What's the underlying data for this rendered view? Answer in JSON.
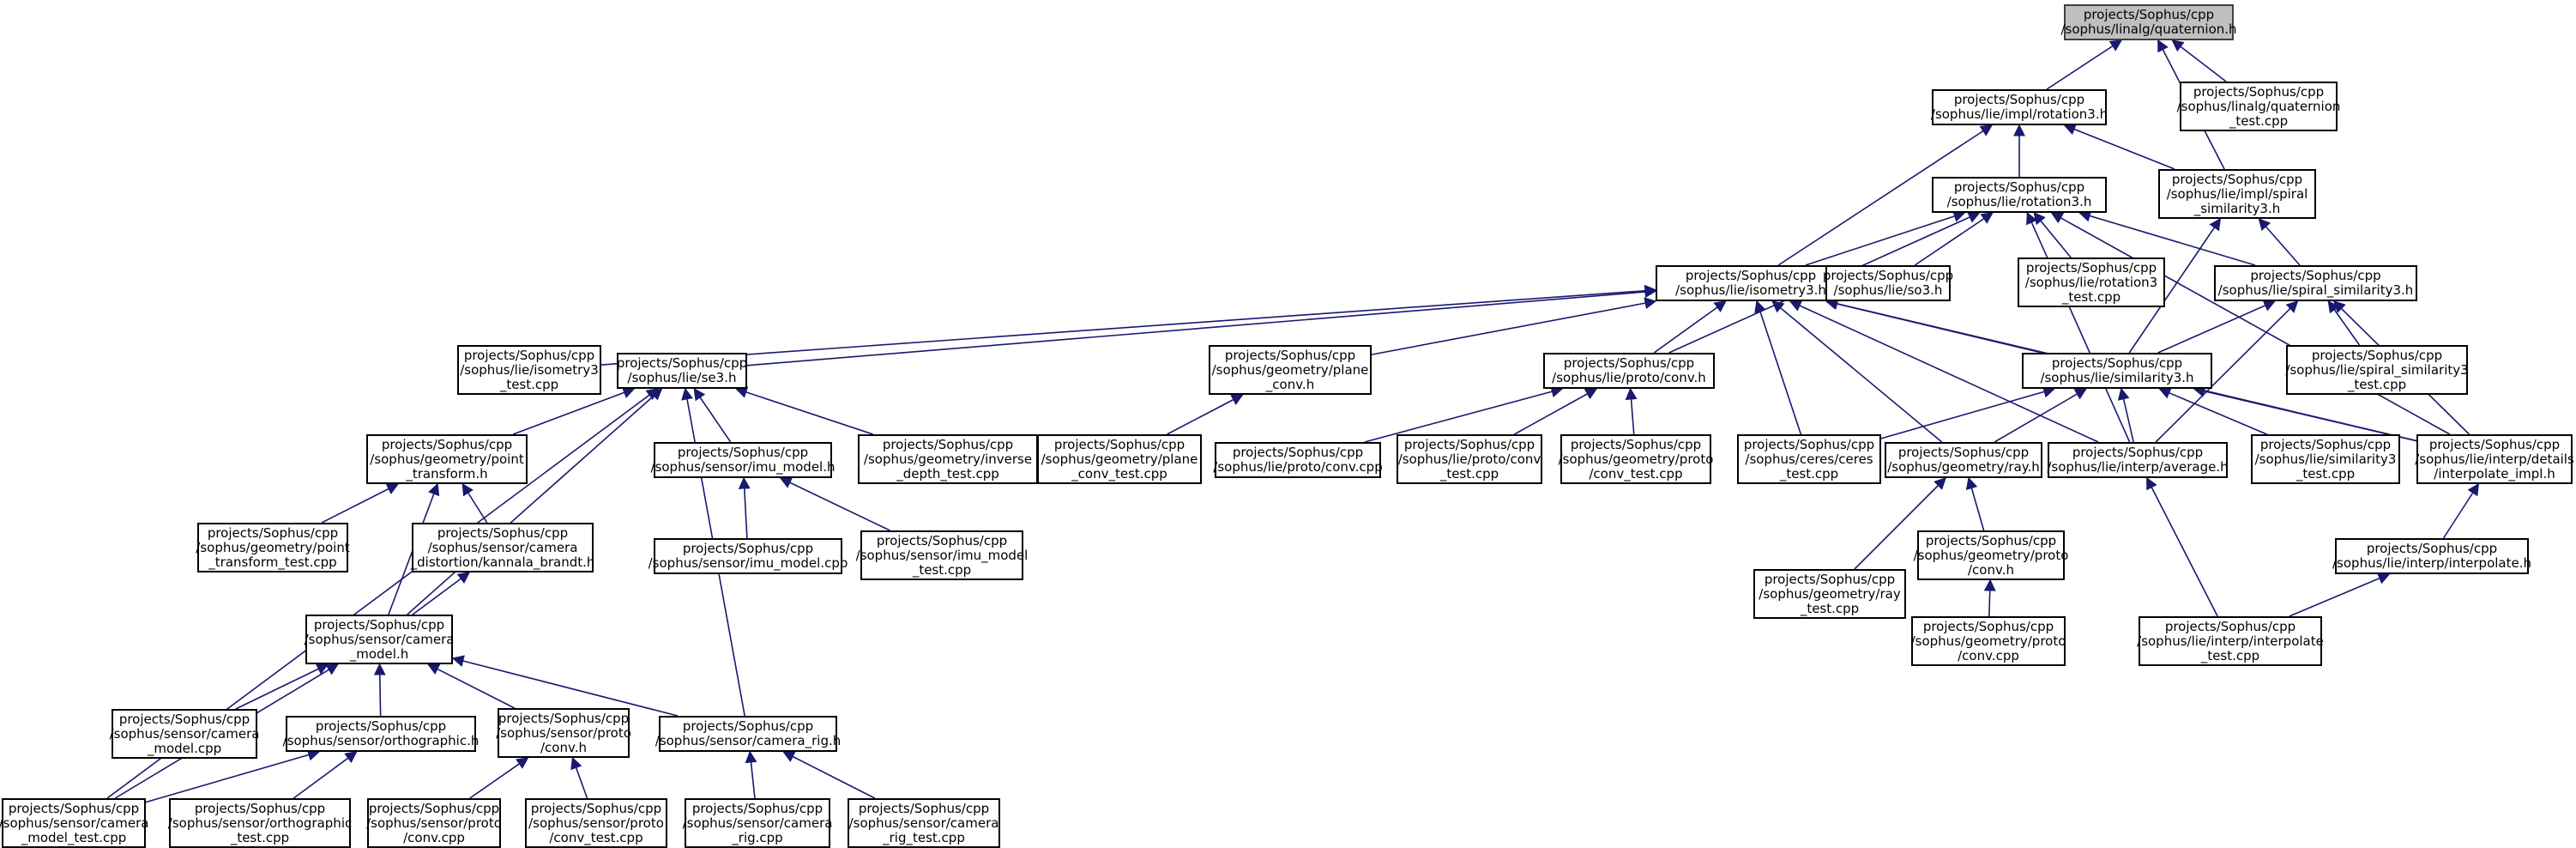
{
  "graph": {
    "edge_color": "#191970",
    "root_fill": "#bfbfbf",
    "nodes": [
      {
        "id": "quaternion_h",
        "lines": [
          "projects/Sophus/cpp",
          "/sophus/linalg/quaternion.h"
        ]
      },
      {
        "id": "impl_rotation3_h",
        "lines": [
          "projects/Sophus/cpp",
          "/sophus/lie/impl/rotation3.h"
        ]
      },
      {
        "id": "quaternion_test",
        "lines": [
          "projects/Sophus/cpp",
          "/sophus/linalg/quaternion",
          "_test.cpp"
        ]
      },
      {
        "id": "rotation3_h",
        "lines": [
          "projects/Sophus/cpp",
          "/sophus/lie/rotation3.h"
        ]
      },
      {
        "id": "impl_spiral_similarity3_h",
        "lines": [
          "projects/Sophus/cpp",
          "/sophus/lie/impl/spiral",
          "_similarity3.h"
        ]
      },
      {
        "id": "isometry3_h",
        "lines": [
          "projects/Sophus/cpp",
          "/sophus/lie/isometry3.h"
        ]
      },
      {
        "id": "so3_h",
        "lines": [
          "projects/Sophus/cpp",
          "/sophus/lie/so3.h"
        ]
      },
      {
        "id": "rotation3_test",
        "lines": [
          "projects/Sophus/cpp",
          "/sophus/lie/rotation3",
          "_test.cpp"
        ]
      },
      {
        "id": "spiral_similarity3_h",
        "lines": [
          "projects/Sophus/cpp",
          "/sophus/lie/spiral_similarity3.h"
        ]
      },
      {
        "id": "isometry3_test",
        "lines": [
          "projects/Sophus/cpp",
          "/sophus/lie/isometry3",
          "_test.cpp"
        ]
      },
      {
        "id": "se3_h",
        "lines": [
          "projects/Sophus/cpp",
          "/sophus/lie/se3.h"
        ]
      },
      {
        "id": "plane_conv_h",
        "lines": [
          "projects/Sophus/cpp",
          "/sophus/geometry/plane",
          "_conv.h"
        ]
      },
      {
        "id": "lie_proto_conv_h",
        "lines": [
          "projects/Sophus/cpp",
          "/sophus/lie/proto/conv.h"
        ]
      },
      {
        "id": "similarity3_h",
        "lines": [
          "projects/Sophus/cpp",
          "/sophus/lie/similarity3.h"
        ]
      },
      {
        "id": "spiral_similarity3_test",
        "lines": [
          "projects/Sophus/cpp",
          "/sophus/lie/spiral_similarity3",
          "_test.cpp"
        ]
      },
      {
        "id": "point_transform_h",
        "lines": [
          "projects/Sophus/cpp",
          "/sophus/geometry/point",
          "_transform.h"
        ]
      },
      {
        "id": "imu_model_h",
        "lines": [
          "projects/Sophus/cpp",
          "/sophus/sensor/imu_model.h"
        ]
      },
      {
        "id": "inverse_depth_test",
        "lines": [
          "projects/Sophus/cpp",
          "/sophus/geometry/inverse",
          "_depth_test.cpp"
        ]
      },
      {
        "id": "plane_conv_test",
        "lines": [
          "projects/Sophus/cpp",
          "/sophus/geometry/plane",
          "_conv_test.cpp"
        ]
      },
      {
        "id": "lie_proto_conv_cpp",
        "lines": [
          "projects/Sophus/cpp",
          "/sophus/lie/proto/conv.cpp"
        ]
      },
      {
        "id": "lie_proto_conv_test",
        "lines": [
          "projects/Sophus/cpp",
          "/sophus/lie/proto/conv",
          "_test.cpp"
        ]
      },
      {
        "id": "geometry_proto_conv_test",
        "lines": [
          "projects/Sophus/cpp",
          "/sophus/geometry/proto",
          "/conv_test.cpp"
        ]
      },
      {
        "id": "ceres_test",
        "lines": [
          "projects/Sophus/cpp",
          "/sophus/ceres/ceres",
          "_test.cpp"
        ]
      },
      {
        "id": "ray_h",
        "lines": [
          "projects/Sophus/cpp",
          "/sophus/geometry/ray.h"
        ]
      },
      {
        "id": "interp_average_h",
        "lines": [
          "projects/Sophus/cpp",
          "/sophus/lie/interp/average.h"
        ]
      },
      {
        "id": "similarity3_test",
        "lines": [
          "projects/Sophus/cpp",
          "/sophus/lie/similarity3",
          "_test.cpp"
        ]
      },
      {
        "id": "interpolate_impl_h",
        "lines": [
          "projects/Sophus/cpp",
          "/sophus/lie/interp/details",
          "/interpolate_impl.h"
        ]
      },
      {
        "id": "point_transform_test",
        "lines": [
          "projects/Sophus/cpp",
          "/sophus/geometry/point",
          "_transform_test.cpp"
        ]
      },
      {
        "id": "kannala_brandt_h",
        "lines": [
          "projects/Sophus/cpp",
          "/sophus/sensor/camera",
          "_distortion/kannala_brandt.h"
        ]
      },
      {
        "id": "imu_model_cpp",
        "lines": [
          "projects/Sophus/cpp",
          "/sophus/sensor/imu_model.cpp"
        ]
      },
      {
        "id": "imu_model_test",
        "lines": [
          "projects/Sophus/cpp",
          "/sophus/sensor/imu_model",
          "_test.cpp"
        ]
      },
      {
        "id": "ray_test",
        "lines": [
          "projects/Sophus/cpp",
          "/sophus/geometry/ray",
          "_test.cpp"
        ]
      },
      {
        "id": "geometry_proto_conv_h",
        "lines": [
          "projects/Sophus/cpp",
          "/sophus/geometry/proto",
          "/conv.h"
        ]
      },
      {
        "id": "interpolate_h",
        "lines": [
          "projects/Sophus/cpp",
          "/sophus/lie/interp/interpolate.h"
        ]
      },
      {
        "id": "camera_model_h",
        "lines": [
          "projects/Sophus/cpp",
          "/sophus/sensor/camera",
          "_model.h"
        ]
      },
      {
        "id": "geometry_proto_conv_cpp",
        "lines": [
          "projects/Sophus/cpp",
          "/sophus/geometry/proto",
          "/conv.cpp"
        ]
      },
      {
        "id": "interpolate_test",
        "lines": [
          "projects/Sophus/cpp",
          "/sophus/lie/interp/interpolate",
          "_test.cpp"
        ]
      },
      {
        "id": "camera_model_cpp",
        "lines": [
          "projects/Sophus/cpp",
          "/sophus/sensor/camera",
          "_model.cpp"
        ]
      },
      {
        "id": "orthographic_h",
        "lines": [
          "projects/Sophus/cpp",
          "/sophus/sensor/orthographic.h"
        ]
      },
      {
        "id": "sensor_proto_conv_h",
        "lines": [
          "projects/Sophus/cpp",
          "/sophus/sensor/proto",
          "/conv.h"
        ]
      },
      {
        "id": "camera_rig_h",
        "lines": [
          "projects/Sophus/cpp",
          "/sophus/sensor/camera_rig.h"
        ]
      },
      {
        "id": "camera_model_test",
        "lines": [
          "projects/Sophus/cpp",
          "/sophus/sensor/camera",
          "_model_test.cpp"
        ]
      },
      {
        "id": "orthographic_test",
        "lines": [
          "projects/Sophus/cpp",
          "/sophus/sensor/orthographic",
          "_test.cpp"
        ]
      },
      {
        "id": "sensor_proto_conv_cpp",
        "lines": [
          "projects/Sophus/cpp",
          "/sophus/sensor/proto",
          "/conv.cpp"
        ]
      },
      {
        "id": "sensor_proto_conv_test",
        "lines": [
          "projects/Sophus/cpp",
          "/sophus/sensor/proto",
          "/conv_test.cpp"
        ]
      },
      {
        "id": "camera_rig_cpp",
        "lines": [
          "projects/Sophus/cpp",
          "/sophus/sensor/camera",
          "_rig.cpp"
        ]
      },
      {
        "id": "camera_rig_test",
        "lines": [
          "projects/Sophus/cpp",
          "/sophus/sensor/camera",
          "_rig_test.cpp"
        ]
      }
    ],
    "edges": [
      [
        "quaternion_h",
        "impl_rotation3_h"
      ],
      [
        "quaternion_h",
        "impl_spiral_similarity3_h"
      ],
      [
        "quaternion_h",
        "quaternion_test"
      ],
      [
        "impl_rotation3_h",
        "rotation3_h"
      ],
      [
        "impl_rotation3_h",
        "impl_spiral_similarity3_h"
      ],
      [
        "impl_rotation3_h",
        "isometry3_h"
      ],
      [
        "rotation3_h",
        "isometry3_h"
      ],
      [
        "rotation3_h",
        "so3_h"
      ],
      [
        "rotation3_h",
        "rotation3_test"
      ],
      [
        "rotation3_h",
        "spiral_similarity3_h"
      ],
      [
        "rotation3_h",
        "lie_proto_conv_h"
      ],
      [
        "rotation3_h",
        "interp_average_h"
      ],
      [
        "rotation3_h",
        "interpolate_impl_h"
      ],
      [
        "impl_spiral_similarity3_h",
        "spiral_similarity3_h"
      ],
      [
        "impl_spiral_similarity3_h",
        "similarity3_h"
      ],
      [
        "isometry3_h",
        "isometry3_test"
      ],
      [
        "isometry3_h",
        "se3_h"
      ],
      [
        "isometry3_h",
        "plane_conv_h"
      ],
      [
        "isometry3_h",
        "lie_proto_conv_h"
      ],
      [
        "isometry3_h",
        "similarity3_h"
      ],
      [
        "isometry3_h",
        "ceres_test"
      ],
      [
        "isometry3_h",
        "ray_h"
      ],
      [
        "isometry3_h",
        "interp_average_h"
      ],
      [
        "isometry3_h",
        "interpolate_impl_h"
      ],
      [
        "spiral_similarity3_h",
        "similarity3_h"
      ],
      [
        "spiral_similarity3_h",
        "spiral_similarity3_test"
      ],
      [
        "spiral_similarity3_h",
        "interp_average_h"
      ],
      [
        "spiral_similarity3_h",
        "interpolate_impl_h"
      ],
      [
        "se3_h",
        "point_transform_h"
      ],
      [
        "se3_h",
        "imu_model_h"
      ],
      [
        "se3_h",
        "inverse_depth_test"
      ],
      [
        "se3_h",
        "camera_model_h"
      ],
      [
        "se3_h",
        "camera_rig_h"
      ],
      [
        "se3_h",
        "camera_model_test"
      ],
      [
        "plane_conv_h",
        "plane_conv_test"
      ],
      [
        "lie_proto_conv_h",
        "lie_proto_conv_cpp"
      ],
      [
        "lie_proto_conv_h",
        "lie_proto_conv_test"
      ],
      [
        "lie_proto_conv_h",
        "geometry_proto_conv_test"
      ],
      [
        "similarity3_h",
        "ceres_test"
      ],
      [
        "similarity3_h",
        "ray_h"
      ],
      [
        "similarity3_h",
        "interp_average_h"
      ],
      [
        "similarity3_h",
        "similarity3_test"
      ],
      [
        "similarity3_h",
        "interpolate_impl_h"
      ],
      [
        "point_transform_h",
        "point_transform_test"
      ],
      [
        "point_transform_h",
        "kannala_brandt_h"
      ],
      [
        "point_transform_h",
        "camera_model_h"
      ],
      [
        "imu_model_h",
        "imu_model_cpp"
      ],
      [
        "imu_model_h",
        "imu_model_test"
      ],
      [
        "ray_h",
        "ray_test"
      ],
      [
        "ray_h",
        "geometry_proto_conv_h"
      ],
      [
        "interp_average_h",
        "interpolate_test"
      ],
      [
        "interpolate_impl_h",
        "interpolate_h"
      ],
      [
        "kannala_brandt_h",
        "camera_model_h"
      ],
      [
        "geometry_proto_conv_h",
        "geometry_proto_conv_cpp"
      ],
      [
        "interpolate_h",
        "interpolate_test"
      ],
      [
        "camera_model_h",
        "camera_model_cpp"
      ],
      [
        "camera_model_h",
        "orthographic_h"
      ],
      [
        "camera_model_h",
        "sensor_proto_conv_h"
      ],
      [
        "camera_model_h",
        "camera_rig_h"
      ],
      [
        "camera_model_h",
        "camera_model_test"
      ],
      [
        "orthographic_h",
        "camera_model_test"
      ],
      [
        "orthographic_h",
        "orthographic_test"
      ],
      [
        "sensor_proto_conv_h",
        "sensor_proto_conv_cpp"
      ],
      [
        "sensor_proto_conv_h",
        "sensor_proto_conv_test"
      ],
      [
        "camera_rig_h",
        "camera_rig_cpp"
      ],
      [
        "camera_rig_h",
        "camera_rig_test"
      ]
    ]
  }
}
